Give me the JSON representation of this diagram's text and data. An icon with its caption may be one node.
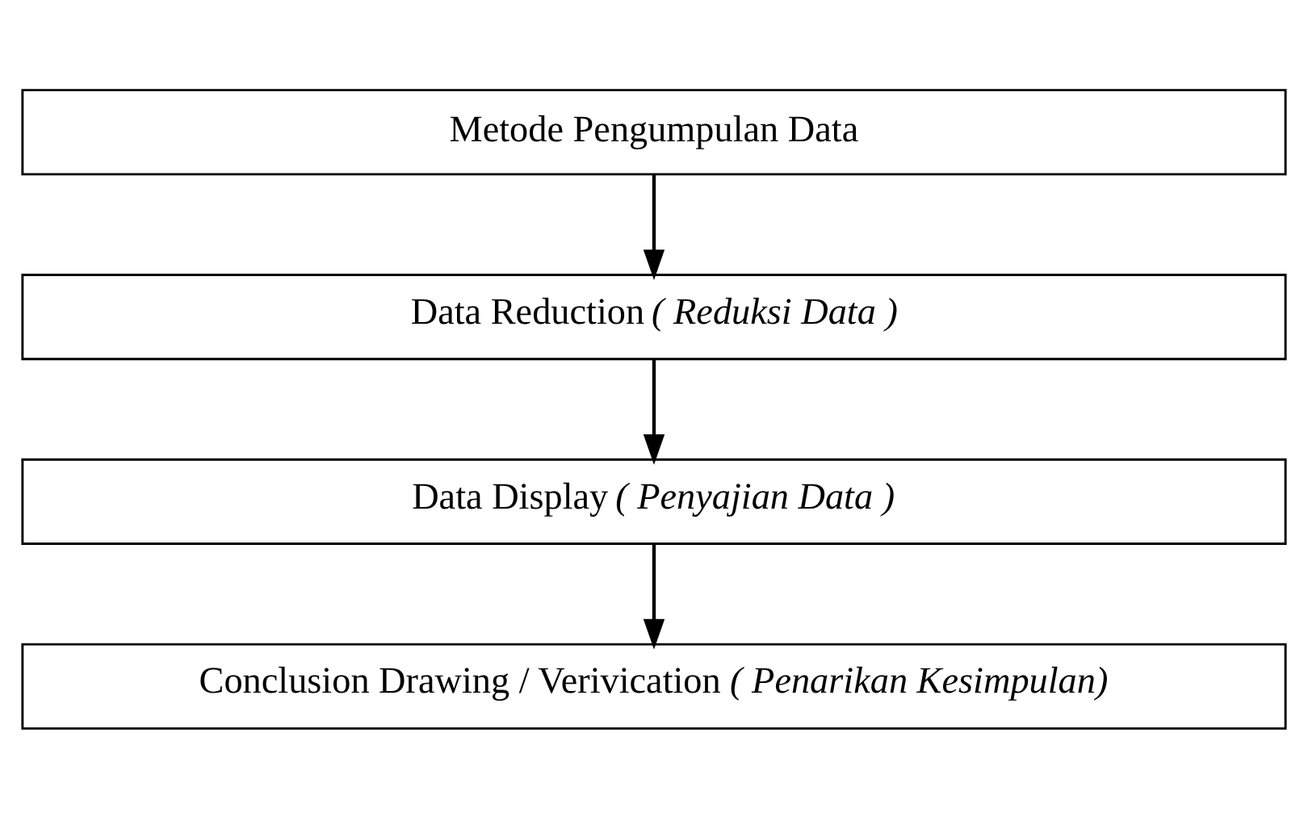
{
  "diagram": {
    "nodes": [
      {
        "text": [
          "Metode Pengumpulan Data"
        ]
      },
      {
        "text": [
          "Data Reduction *( Reduksi Data )*"
        ]
      },
      {
        "text": [
          "Data Display *( Penyajian Data )*"
        ]
      },
      {
        "text": [
          "Conclusion Drawing / Verivication *( Penarikan Kesimpulan)*"
        ]
      }
    ],
    "edges": [
      {
        "from": 0,
        "to": 1,
        "arrow": "to"
      },
      {
        "from": 1,
        "to": 2,
        "arrow": "to"
      },
      {
        "from": 2,
        "to": 3,
        "arrow": "to"
      }
    ]
  }
}
